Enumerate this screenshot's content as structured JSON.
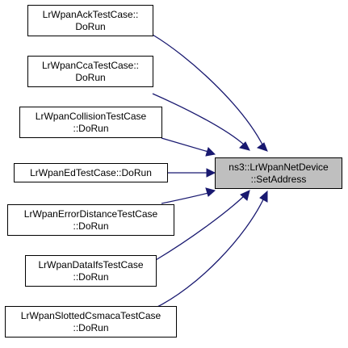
{
  "target": {
    "lines": [
      "ns3::LrWpanNetDevice",
      "::SetAddress"
    ]
  },
  "callers": [
    {
      "lines": [
        "LrWpanAckTestCase::",
        "DoRun"
      ]
    },
    {
      "lines": [
        "LrWpanCcaTestCase::",
        "DoRun"
      ]
    },
    {
      "lines": [
        "LrWpanCollisionTestCase",
        "::DoRun"
      ]
    },
    {
      "lines": [
        "LrWpanEdTestCase::DoRun"
      ]
    },
    {
      "lines": [
        "LrWpanErrorDistanceTestCase",
        "::DoRun"
      ]
    },
    {
      "lines": [
        "LrWpanDataIfsTestCase",
        "::DoRun"
      ]
    },
    {
      "lines": [
        "LrWpanSlottedCsmacaTestCase",
        "::DoRun"
      ]
    }
  ],
  "colors": {
    "edge": "#191970",
    "target_fill": "#bfbfbf",
    "box_fill": "#ffffff",
    "box_stroke": "#000000"
  }
}
